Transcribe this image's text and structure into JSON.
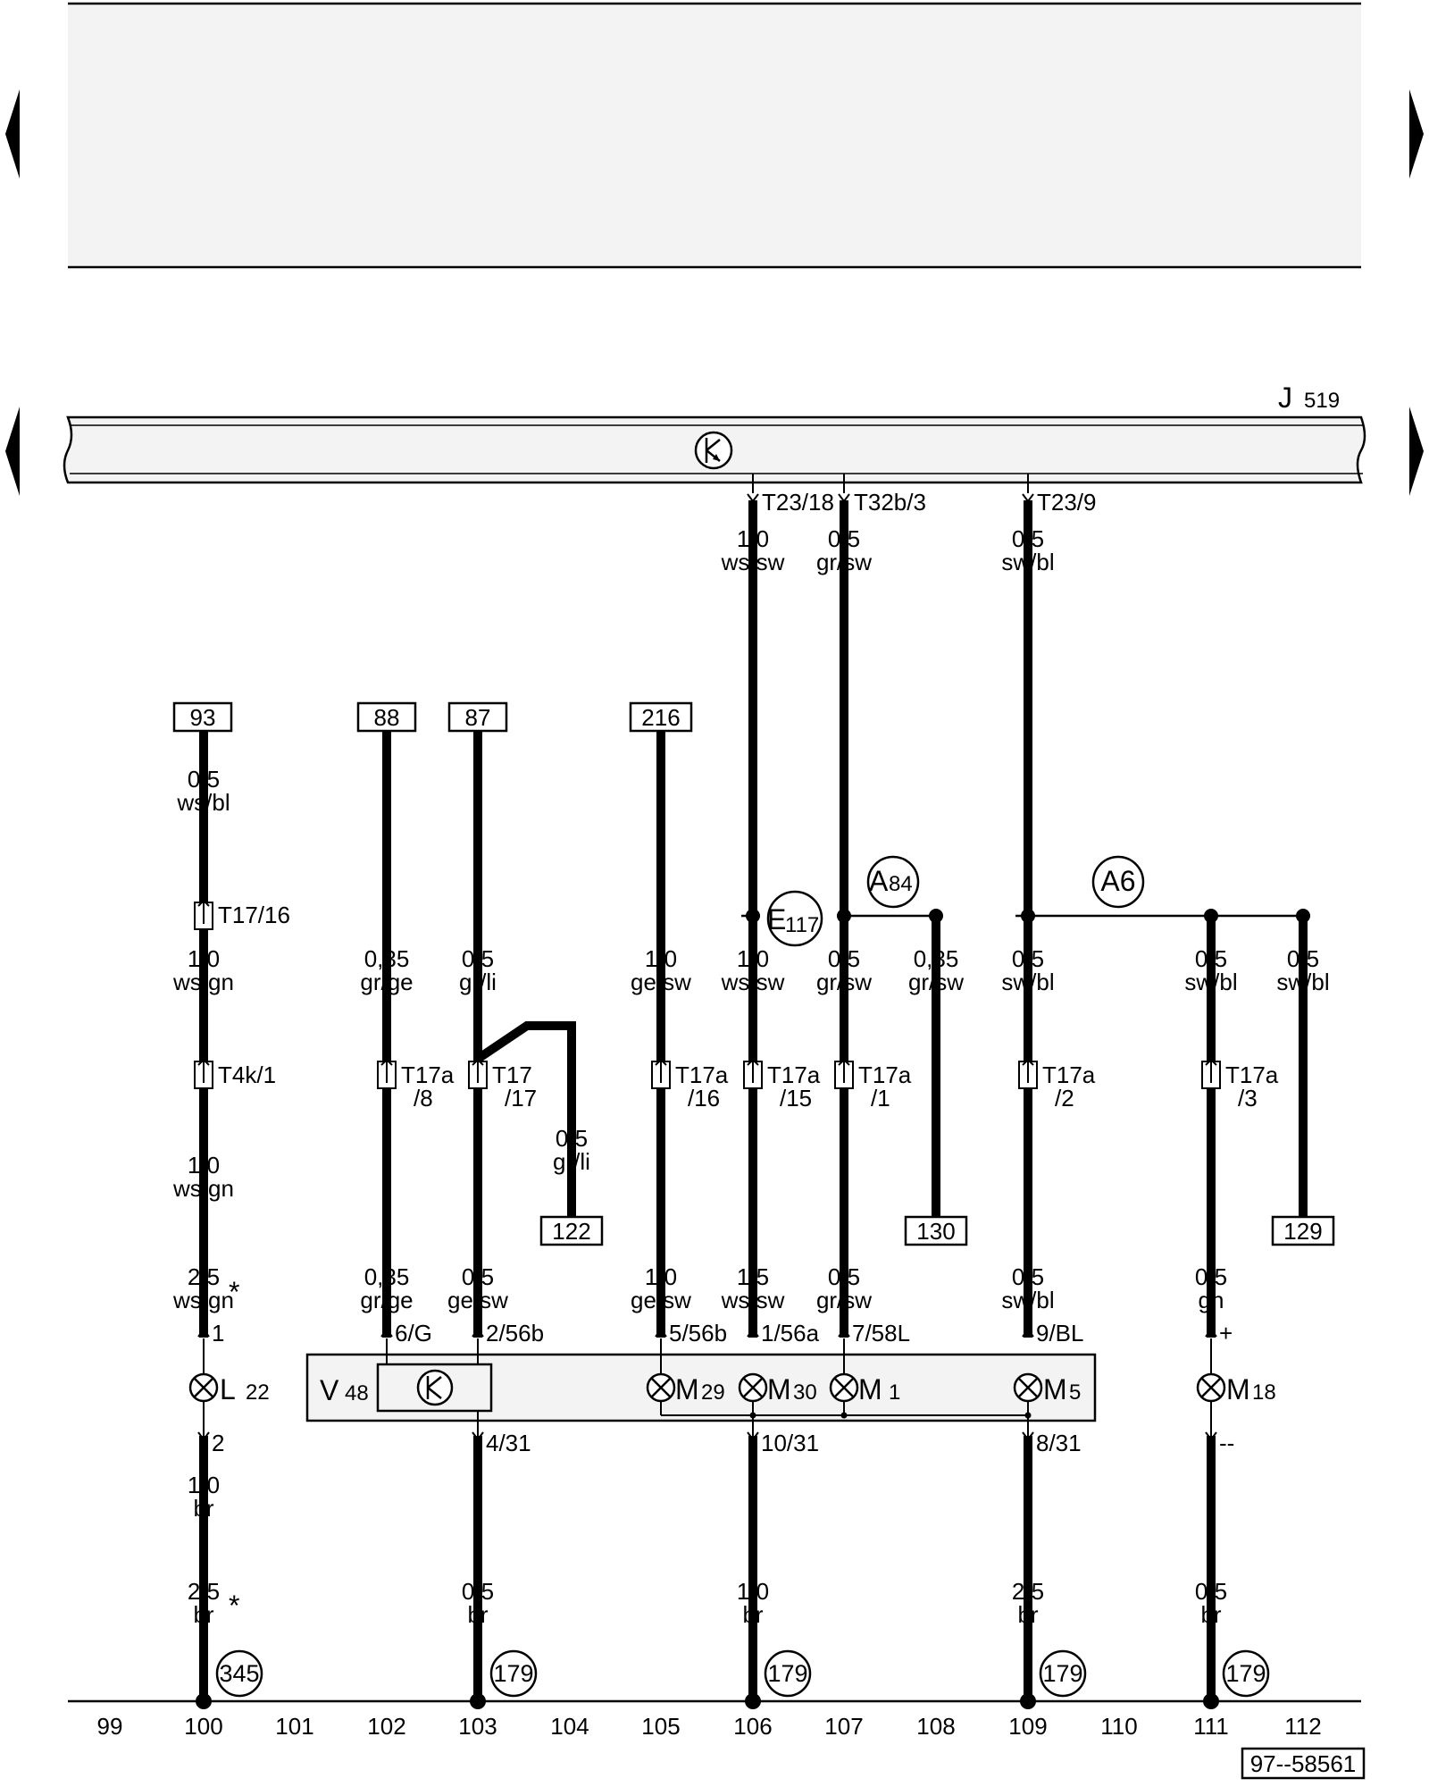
{
  "control_unit": {
    "name": "J",
    "sub": "519"
  },
  "hub_connectors": [
    {
      "id": "T23/18",
      "size": "1,0",
      "color": "ws/sw"
    },
    {
      "id": "T32b/3",
      "size": "0,5",
      "color": "gr/sw"
    },
    {
      "id": "T23/9",
      "size": "0,5",
      "color": "sw/bl"
    }
  ],
  "refs": [
    {
      "id": "93"
    },
    {
      "id": "88"
    },
    {
      "id": "87"
    },
    {
      "id": "216"
    },
    {
      "id": "122"
    },
    {
      "id": "130"
    },
    {
      "id": "129"
    }
  ],
  "upper_wires": [
    {
      "size": "0,5",
      "color": "ws/bl"
    }
  ],
  "splices": [
    {
      "name": "A",
      "sub": "84"
    },
    {
      "name": "A6",
      "sub": ""
    }
  ],
  "ground_conn_E": {
    "name": "E",
    "sub": "117"
  },
  "mid_wires": [
    {
      "size": "1,0",
      "color": "ws/gn"
    },
    {
      "size": "0,35",
      "color": "gr/ge"
    },
    {
      "size": "0,5",
      "color": "gr/li"
    },
    {
      "size": "1,0",
      "color": "ge/sw"
    },
    {
      "size": "1,0",
      "color": "ws/sw"
    },
    {
      "size": "0,5",
      "color": "gr/sw"
    },
    {
      "size": "0,35",
      "color": "gr/sw"
    },
    {
      "size": "0,5",
      "color": "sw/bl"
    },
    {
      "size": "0,5",
      "color": "sw/bl"
    },
    {
      "size": "0,5",
      "color": "sw/bl"
    }
  ],
  "connectors": [
    {
      "main": "T17/16",
      "sub": ""
    },
    {
      "main": "T4k/1",
      "sub": ""
    },
    {
      "main": "T17a",
      "sub": "/8"
    },
    {
      "main": "T17",
      "sub": "/17"
    },
    {
      "main": "T17a",
      "sub": "/16"
    },
    {
      "main": "T17a",
      "sub": "/15"
    },
    {
      "main": "T17a",
      "sub": "/1"
    },
    {
      "main": "T17a",
      "sub": "/2"
    },
    {
      "main": "T17a",
      "sub": "/3"
    }
  ],
  "branch_wires": [
    {
      "size": "1,0",
      "color": "ws/gn"
    },
    {
      "size": "0,5",
      "color": "gr/li"
    }
  ],
  "pre_component_wires": [
    {
      "size": "2,5",
      "color": "ws/gn",
      "mark": "*"
    },
    {
      "size": "0,35",
      "color": "gr/ge"
    },
    {
      "size": "0,5",
      "color": "ge/sw"
    },
    {
      "size": "1,0",
      "color": "ge/sw"
    },
    {
      "size": "1,5",
      "color": "ws/sw"
    },
    {
      "size": "0,5",
      "color": "gr/sw"
    },
    {
      "size": "0,5",
      "color": "sw/bl"
    },
    {
      "size": "0,5",
      "color": "gn"
    }
  ],
  "pins_top": [
    "1",
    "6/G",
    "2/56b",
    "5/56b",
    "1/56a",
    "7/58L",
    "9/BL",
    "+"
  ],
  "pins_bottom": [
    "2",
    "4/31",
    "10/31",
    "8/31",
    "--"
  ],
  "module": {
    "name": "V",
    "sub": "48"
  },
  "bulbs": [
    {
      "name": "L",
      "sub": "22"
    },
    {
      "name": "M",
      "sub": "29"
    },
    {
      "name": "M",
      "sub": "30"
    },
    {
      "name": "M",
      "sub": "1"
    },
    {
      "name": "M",
      "sub": "5"
    },
    {
      "name": "M",
      "sub": "18"
    }
  ],
  "lower_wires": [
    {
      "size": "1,0",
      "color": "br",
      "mark": ""
    },
    {
      "size": "2,5",
      "color": "br",
      "mark": "*"
    },
    {
      "size": "0,5",
      "color": "br",
      "mark": ""
    },
    {
      "size": "1,0",
      "color": "br",
      "mark": ""
    },
    {
      "size": "2,5",
      "color": "br",
      "mark": ""
    },
    {
      "size": "0,5",
      "color": "br",
      "mark": ""
    }
  ],
  "ground_points": [
    "345",
    "179",
    "179",
    "179",
    "179"
  ],
  "scale": [
    "99",
    "100",
    "101",
    "102",
    "103",
    "104",
    "105",
    "106",
    "107",
    "108",
    "109",
    "110",
    "111",
    "112"
  ],
  "drawing_number": "97--58561",
  "colors": {
    "panel_fill": "#f3f3f3",
    "line": "#000000",
    "background": "#ffffff"
  }
}
